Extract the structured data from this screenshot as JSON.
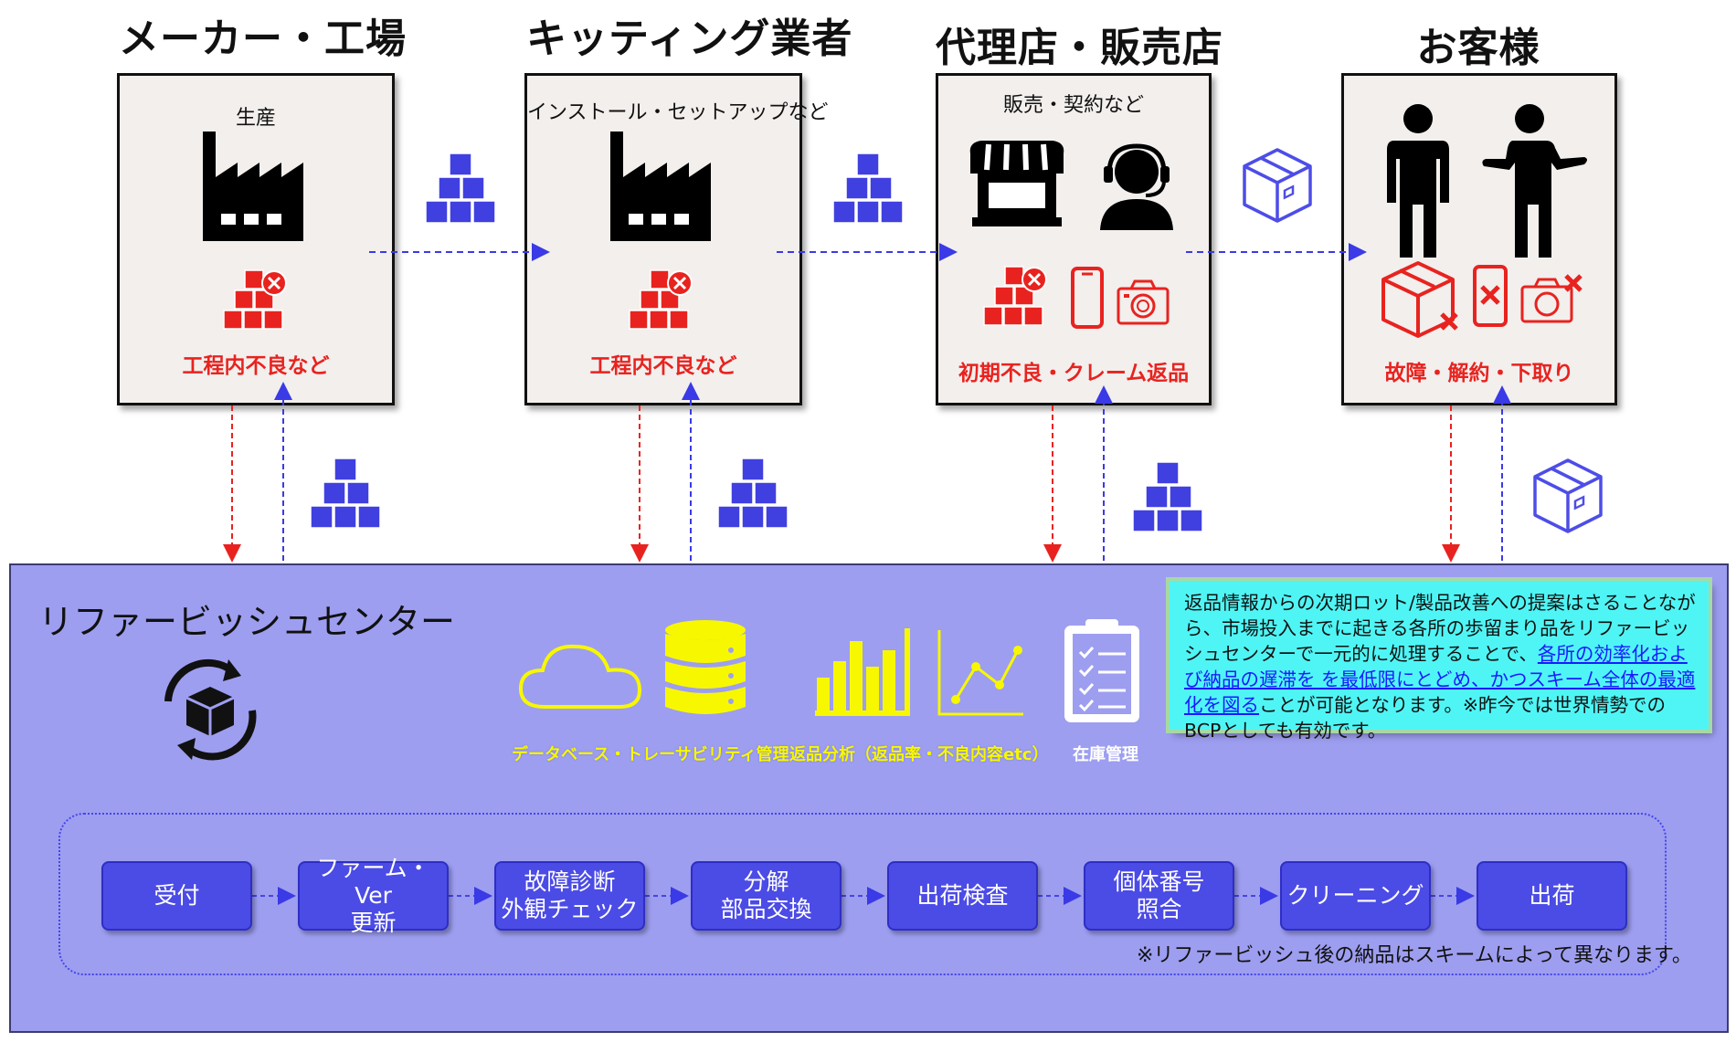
{
  "stages": [
    {
      "title": "メーカー・工場",
      "subtitle": "生産",
      "issue": "工程内不良など"
    },
    {
      "title": "キッティング業者",
      "subtitle": "インストール・セットアップなど",
      "issue": "工程内不良など"
    },
    {
      "title": "代理店・販売店",
      "subtitle": "販売・契約など",
      "issue": "初期不良・クレーム返品"
    },
    {
      "title": "お客様",
      "subtitle": "",
      "issue": "故障・解約・下取り"
    }
  ],
  "center": {
    "title": "リファービッシュセンター",
    "tools": [
      {
        "label": "データベース・トレーサビリティ管理"
      },
      {
        "label": "返品分析（返品率・不良内容etc）"
      },
      {
        "label": "在庫管理"
      }
    ],
    "note": {
      "part1": "返品情報からの次期ロット/製品改善への提案はさることながら、市場投入までに起きる各所の歩留まり品をリファービッシュセンターで一元的に処理することで、",
      "link": "各所の効率化および納品の遅滞を を最低限にとどめ、かつスキーム全体の最適化を図る",
      "part2": "ことが可能となります。※昨今では世界情勢でのBCPとしても有効です。"
    },
    "steps": [
      {
        "label": "受付"
      },
      {
        "label": "ファーム・Ver\n更新"
      },
      {
        "label": "故障診断\n外観チェック"
      },
      {
        "label": "分解\n部品交換"
      },
      {
        "label": "出荷検査"
      },
      {
        "label": "個体番号\n照合"
      },
      {
        "label": "クリーニング"
      },
      {
        "label": "出荷"
      }
    ],
    "footnote": "※リファービッシュ後の納品はスキームによって異なります。"
  },
  "icons": {
    "factory": "factory-icon",
    "store": "store-icon",
    "operator": "headset-operator-icon",
    "person": "person-icon",
    "boxes": "box-pyramid-icon",
    "box": "package-icon",
    "defect": "box-error-icon",
    "phone": "smartphone-icon",
    "camera": "camera-icon",
    "cloud": "cloud-icon",
    "database": "database-icon",
    "bar_chart": "bar-chart-icon",
    "line_chart": "line-chart-icon",
    "clipboard": "clipboard-checklist-icon",
    "refurb": "refurbish-cycle-icon"
  },
  "colors": {
    "defect_red": "#e8231f",
    "flow_blue": "#3a3ae6",
    "panel": "#9d9ef0",
    "step_blue": "#4b4be6",
    "note_bg": "#4ff5f5",
    "tool_yellow": "#f7f700"
  }
}
